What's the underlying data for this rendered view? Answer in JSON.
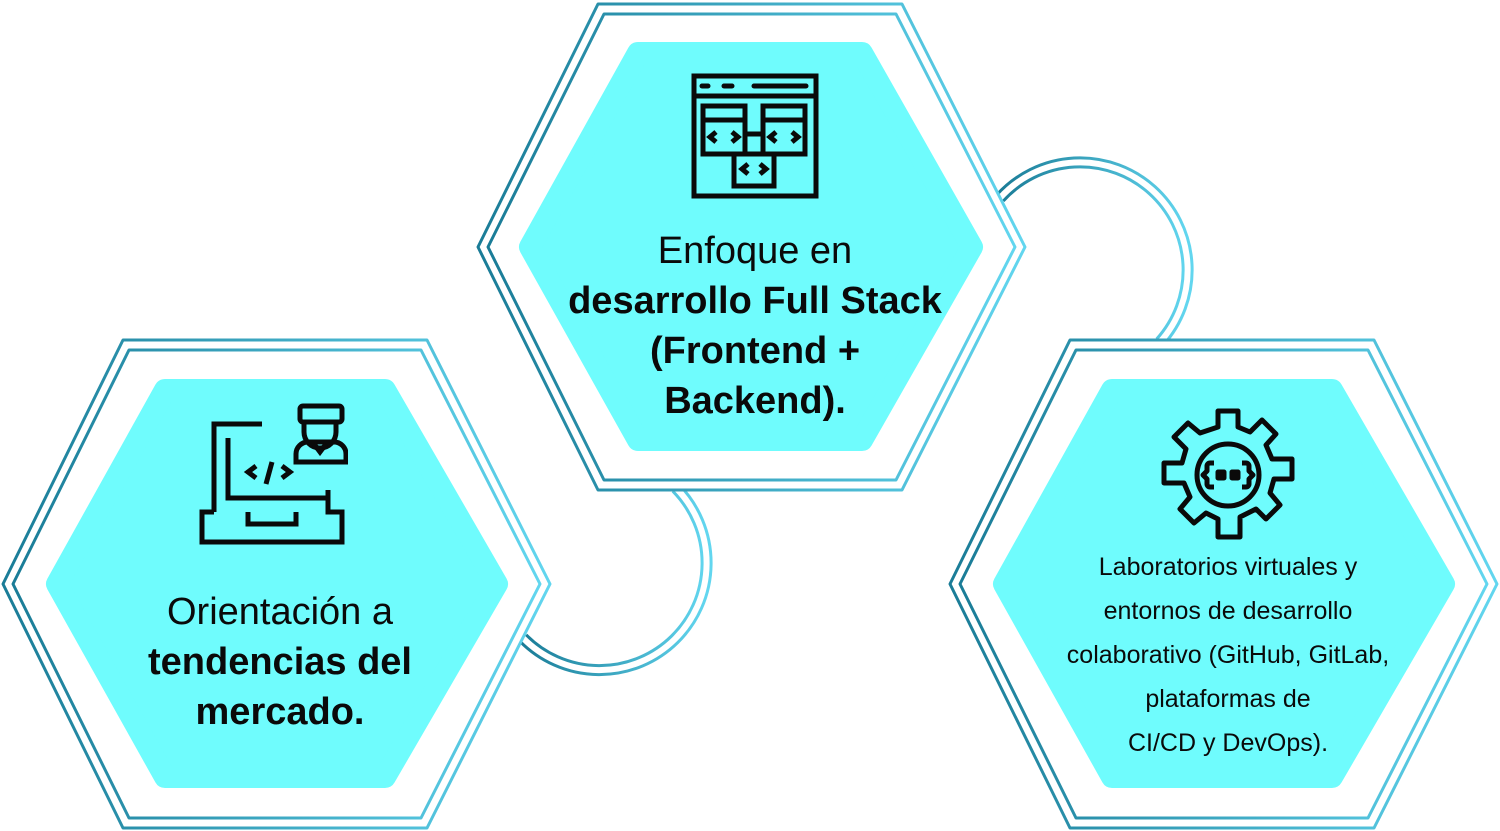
{
  "colors": {
    "fill": "#6ffcfd",
    "outline_dark": "#1a7c97",
    "outline_light": "#62d6ef",
    "text": "#0a0a0a"
  },
  "nodes": [
    {
      "icon": "web-code-windows-icon",
      "text_normal": "Enfoque en",
      "text_bold": "desarrollo Full Stack (Frontend + Backend)."
    },
    {
      "icon": "developer-laptop-icon",
      "text_normal": "Orientación a",
      "text_bold": "tendencias del mercado."
    },
    {
      "icon": "gear-code-icon",
      "lines": [
        "Laboratorios virtuales y",
        "entornos de desarrollo",
        "colaborativo (GitHub, GitLab,",
        "plataformas de",
        "CI/CD y DevOps)."
      ]
    }
  ]
}
